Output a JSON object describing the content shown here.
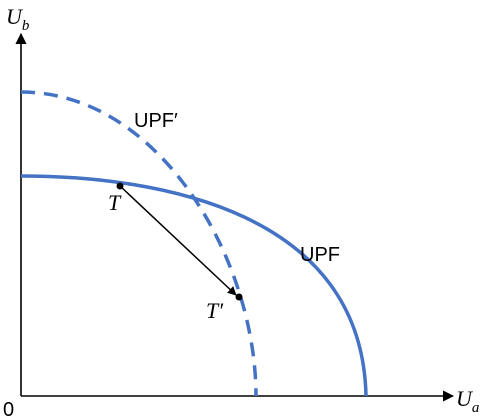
{
  "axes": {
    "y_label_main": "U",
    "y_label_sub": "b",
    "x_label_main": "U",
    "x_label_sub": "a",
    "origin_label": "0"
  },
  "curves": {
    "upf_label": "UPF",
    "upf_prime_label": "UPF′",
    "color": "#4472C4"
  },
  "points": {
    "t_label": "T",
    "t_prime_label": "T′"
  }
}
